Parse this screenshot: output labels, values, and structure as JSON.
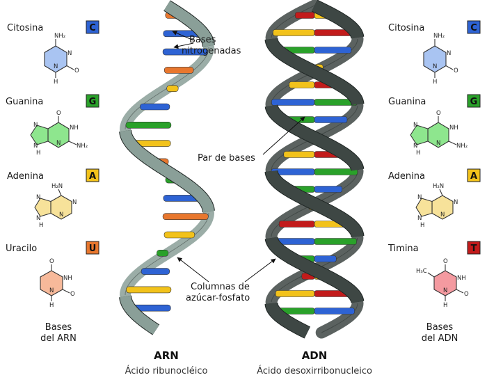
{
  "colors": {
    "cytosine": "#2e63d4",
    "guanine": "#2aa12a",
    "adenine": "#f2c21b",
    "uracil": "#e8772e",
    "thymine": "#c21b1b",
    "rna_backbone": "#8a9f98",
    "dna_backbone": "#3e4744",
    "cytosine_fill": "#a9c4f2",
    "guanine_fill": "#8ee68e",
    "adenine_fill": "#f7e29a",
    "uracil_fill": "#f7b99a",
    "thymine_fill": "#f49aa0"
  },
  "rna_bases": {
    "caption": [
      "Bases",
      "del ARN"
    ],
    "items": [
      {
        "name": "Citosina",
        "letter": "C",
        "key": "cytosine",
        "atoms": [
          "NH₂",
          "N",
          "N",
          "O",
          "H"
        ]
      },
      {
        "name": "Guanina",
        "letter": "G",
        "key": "guanine",
        "atoms": [
          "O",
          "NH",
          "NH₂",
          "N",
          "N",
          "N",
          "H"
        ]
      },
      {
        "name": "Adenina",
        "letter": "A",
        "key": "adenine",
        "atoms": [
          "H₂N",
          "N",
          "N",
          "N",
          "N",
          "H"
        ]
      },
      {
        "name": "Uracilo",
        "letter": "U",
        "key": "uracil",
        "atoms": [
          "O",
          "NH",
          "N",
          "O",
          "H"
        ]
      }
    ]
  },
  "dna_bases": {
    "caption": [
      "Bases",
      "del ADN"
    ],
    "items": [
      {
        "name": "Citosina",
        "letter": "C",
        "key": "cytosine",
        "atoms": [
          "NH₂",
          "N",
          "N",
          "O",
          "H"
        ]
      },
      {
        "name": "Guanina",
        "letter": "G",
        "key": "guanine",
        "atoms": [
          "O",
          "NH",
          "NH₂",
          "N",
          "N",
          "N",
          "H"
        ]
      },
      {
        "name": "Adenina",
        "letter": "A",
        "key": "adenine",
        "atoms": [
          "H₂N",
          "N",
          "N",
          "N",
          "N",
          "H"
        ]
      },
      {
        "name": "Timina",
        "letter": "T",
        "key": "thymine",
        "atoms": [
          "H₃C",
          "O",
          "NH",
          "N",
          "O",
          "H"
        ]
      }
    ]
  },
  "annotations": {
    "bases_nitrogenadas": [
      "Bases",
      "nitrogenadas"
    ],
    "par_de_bases": "Par de bases",
    "columnas": [
      "Columnas de",
      "azúcar-fosfato"
    ]
  },
  "helices": {
    "rna": {
      "title": "ARN",
      "subtitle": "Ácido ribunocléico",
      "rungs": [
        "uracil",
        "cytosine",
        "cytosine",
        "uracil",
        "adenine",
        "cytosine",
        "guanine",
        "adenine",
        "uracil",
        "guanine",
        "cytosine",
        "uracil",
        "adenine",
        "guanine",
        "cytosine",
        "adenine",
        "cytosine"
      ]
    },
    "dna": {
      "title": "ADN",
      "subtitle": "Ácido desoxirribonucleico",
      "rungs": [
        [
          "thymine",
          "adenine"
        ],
        [
          "adenine",
          "thymine"
        ],
        [
          "guanine",
          "cytosine"
        ],
        [
          "thymine",
          "adenine"
        ],
        [
          "adenine",
          "thymine"
        ],
        [
          "cytosine",
          "guanine"
        ],
        [
          "guanine",
          "cytosine"
        ],
        [
          "thymine",
          "adenine"
        ],
        [
          "adenine",
          "thymine"
        ],
        [
          "cytosine",
          "guanine"
        ],
        [
          "guanine",
          "cytosine"
        ],
        [
          "adenine",
          "thymine"
        ],
        [
          "thymine",
          "adenine"
        ],
        [
          "cytosine",
          "guanine"
        ],
        [
          "guanine",
          "cytosine"
        ],
        [
          "thymine",
          "adenine"
        ],
        [
          "adenine",
          "thymine"
        ],
        [
          "guanine",
          "cytosine"
        ]
      ]
    }
  }
}
